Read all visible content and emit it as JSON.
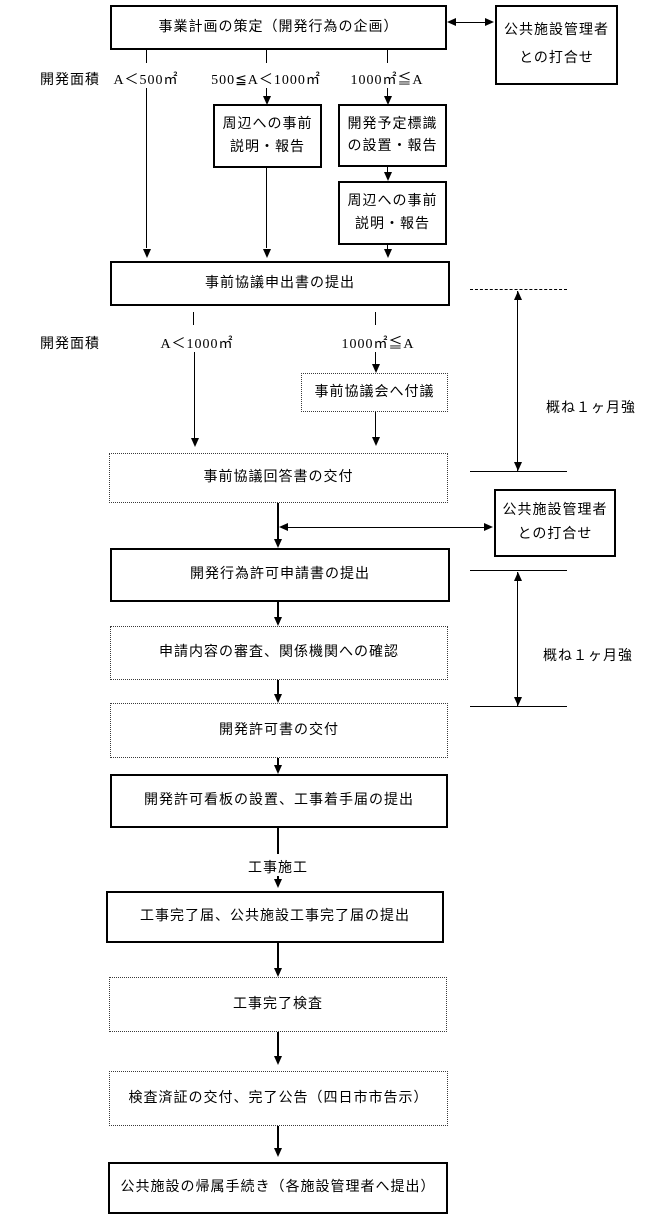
{
  "nodes": {
    "business_plan": "事業計画の策定（開発行為の企画）",
    "meeting_top_l1": "公共施設管理者",
    "meeting_top_l2": "との打合せ",
    "prior_expl1_l1": "周辺への事前",
    "prior_expl1_l2": "説明・報告",
    "dev_sign_l1": "開発予定標識",
    "dev_sign_l2": "の設置・報告",
    "prior_expl2_l1": "周辺への事前",
    "prior_expl2_l2": "説明・報告",
    "prior_submission": "事前協議申出書の提出",
    "council": "事前協議会へ付議",
    "reply": "事前協議回答書の交付",
    "meeting_mid_l1": "公共施設管理者",
    "meeting_mid_l2": "との打合せ",
    "permit_application": "開発行為許可申請書の提出",
    "application_review": "申請内容の審査、関係機関への確認",
    "permit_issue": "開発許可書の交付",
    "signboard": "開発許可看板の設置、工事着手届の提出",
    "completion_report": "工事完了届、公共施設工事完了届の提出",
    "completion_inspection": "工事完了検査",
    "inspection_cert": "検査済証の交付、完了公告（四日市市告示）",
    "facility_transfer": "公共施設の帰属手続き（各施設管理者へ提出）"
  },
  "labels": {
    "dev_area_1": "開発面積",
    "area_lt_500": "A＜500㎡",
    "area_500_1000": "500≦A＜1000㎡",
    "area_ge_1000_a": "1000㎡≦A",
    "dev_area_2": "開発面積",
    "area_lt_1000": "A＜1000㎡",
    "area_ge_1000_b": "1000㎡≦A",
    "duration_1": "概ね１ヶ月強",
    "duration_2": "概ね１ヶ月強",
    "construction": "工事施工"
  },
  "colors": {
    "background": "#ffffff",
    "line": "#000000",
    "text": "#000000"
  }
}
